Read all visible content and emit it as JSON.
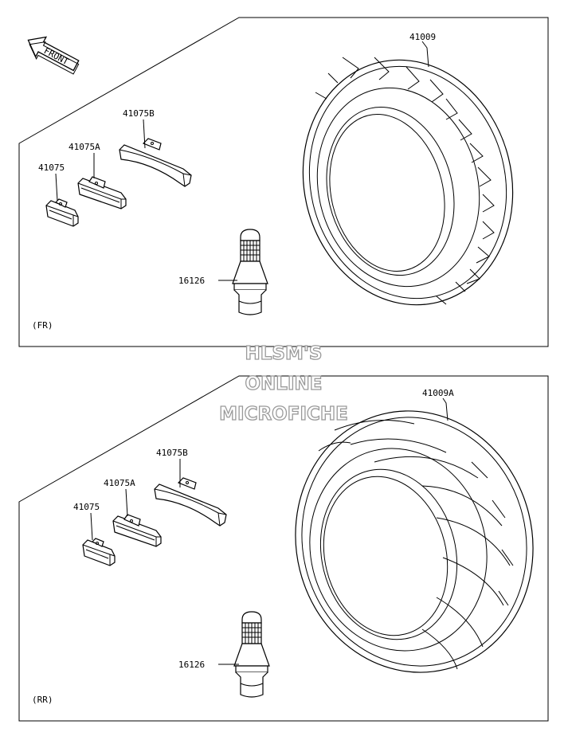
{
  "front_arrow": {
    "label": "FRONT"
  },
  "watermark": {
    "line1": "HLSM'S",
    "line2": "ONLINE",
    "line3": "MICROFICHE"
  },
  "panels": [
    {
      "section_label": "(FR)",
      "tire_label": "41009",
      "weight_b_label": "41075B",
      "weight_a_label": "41075A",
      "weight_label": "41075",
      "valve_label": "16126"
    },
    {
      "section_label": "(RR)",
      "tire_label": "41009A",
      "weight_b_label": "41075B",
      "weight_a_label": "41075A",
      "weight_label": "41075",
      "valve_label": "16126"
    }
  ]
}
